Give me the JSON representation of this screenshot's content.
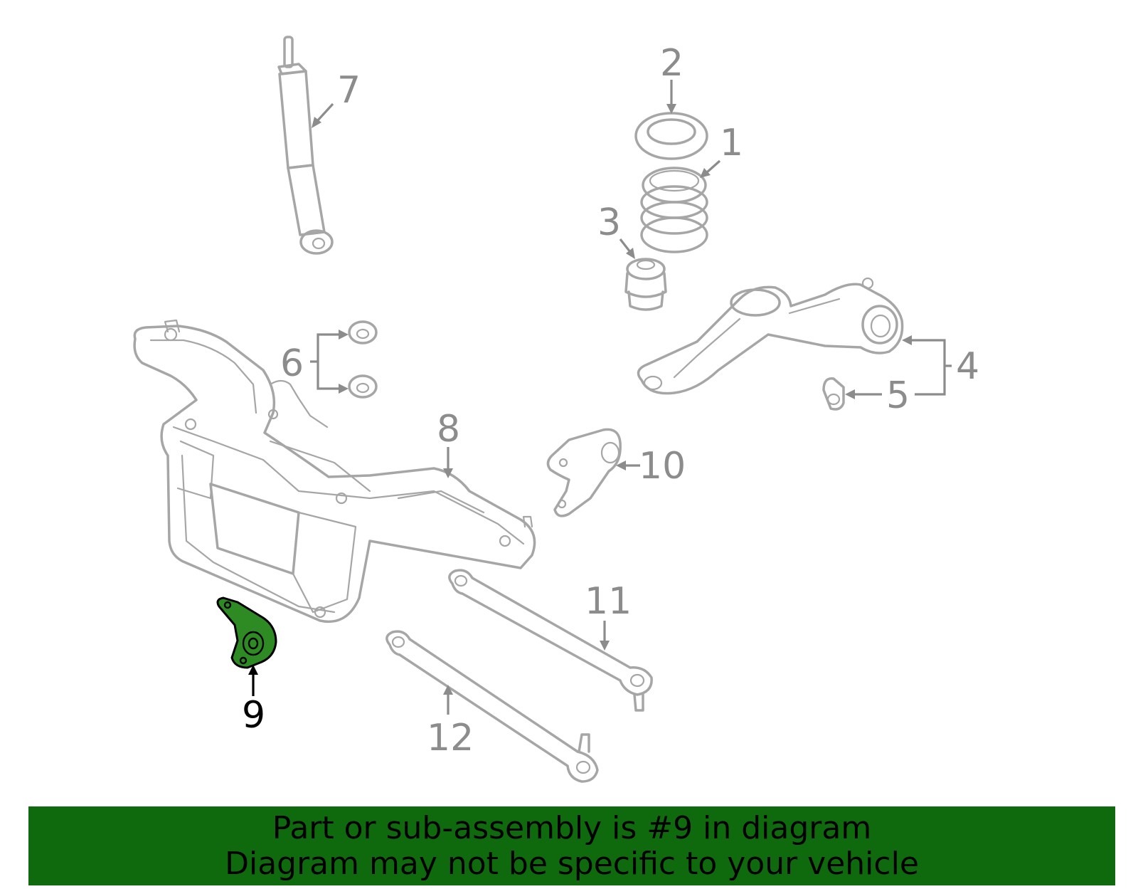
{
  "diagram": {
    "highlight_color": "#2e8b23",
    "part_color": "#a6a6a6",
    "callouts": [
      {
        "id": "1",
        "label": "1"
      },
      {
        "id": "2",
        "label": "2"
      },
      {
        "id": "3",
        "label": "3"
      },
      {
        "id": "4",
        "label": "4"
      },
      {
        "id": "5",
        "label": "5"
      },
      {
        "id": "6",
        "label": "6"
      },
      {
        "id": "7",
        "label": "7"
      },
      {
        "id": "8",
        "label": "8"
      },
      {
        "id": "9",
        "label": "9",
        "highlighted": true
      },
      {
        "id": "10",
        "label": "10"
      },
      {
        "id": "11",
        "label": "11"
      },
      {
        "id": "12",
        "label": "12"
      }
    ]
  },
  "banner": {
    "background": "#0f6a0d",
    "line1": "Part or sub-assembly is #9 in diagram",
    "line2": "Diagram may not be specific to your vehicle"
  }
}
